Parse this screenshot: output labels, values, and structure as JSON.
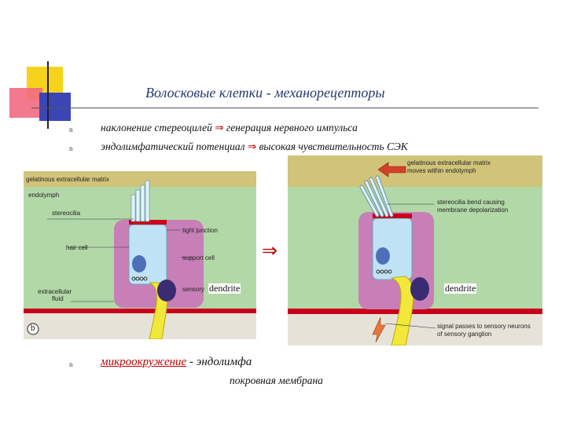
{
  "slide": {
    "title": "Волосковые клетки - механорецепторы",
    "bullets": [
      {
        "marker": "n",
        "text_a": "наклонение стереоцилей",
        "arrow": "⇒",
        "text_b": "генерация нервного импульса"
      },
      {
        "marker": "n",
        "text_a": "эндолимфатический потенциал",
        "arrow": "⇒",
        "text_b": "высокая чувствительность СЭК"
      }
    ],
    "bottom_bullet": {
      "marker": "n",
      "highlight": "микроокружение",
      "rest": " - эндолимфа",
      "line2": "покровная мембрана"
    },
    "middle_arrow": "⇒"
  },
  "left_diagram": {
    "labels": [
      "gelatinous extracellular matrix",
      "endolymph",
      "stereocilia",
      "hair cell",
      "extracellular",
      "fluid",
      "tight junction",
      "support cell",
      "sensory"
    ],
    "dendrite": "dendrite",
    "panel_letter": "b"
  },
  "right_diagram": {
    "labels": [
      "gelatinous extracellular matrix",
      "moves within endolymph",
      "stereocilia bend causing",
      "membrane depolarization",
      "signal passes to sensory neurons",
      "of sensory ganglion"
    ],
    "dendrite": "dendrite"
  },
  "colors": {
    "gel": "#d1c47a",
    "endolymph": "#b3d8a8",
    "support": "#c87fb7",
    "hair_cell": "#bfe3f4",
    "nerve": "#f2e83a",
    "membrane": "#c8001a",
    "title": "#233a6e",
    "accent": "#c00000"
  }
}
